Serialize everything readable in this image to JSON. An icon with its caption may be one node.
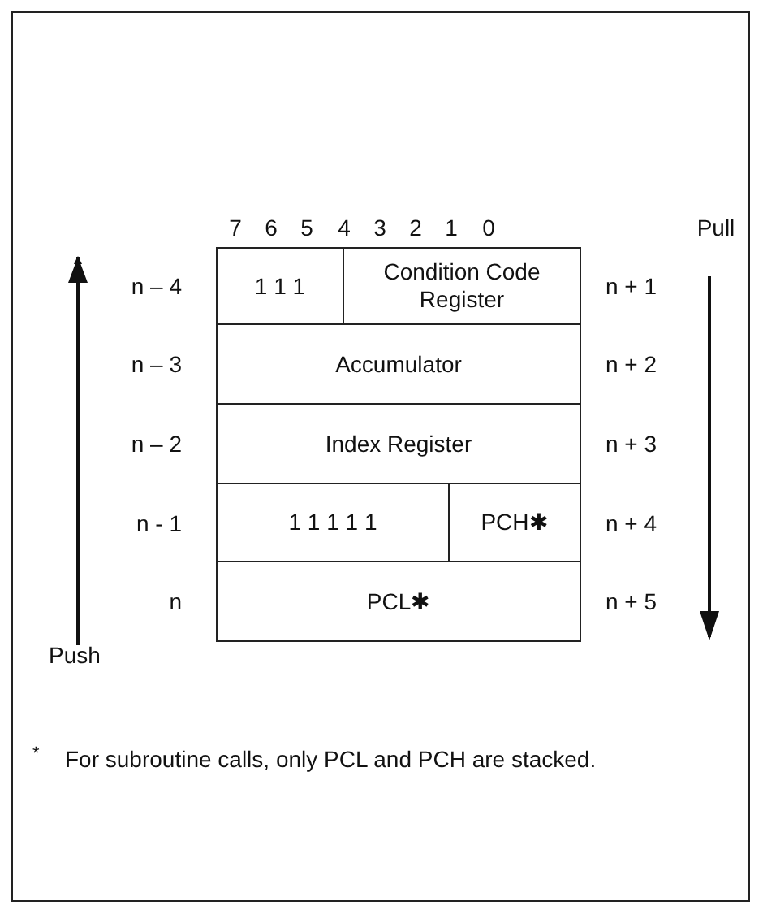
{
  "diagram": {
    "nodes": [
      {
        "text": [
          "1 1 1"
        ]
      },
      {
        "text": [
          "Condition Code Register"
        ]
      },
      {
        "text": [
          "Accumulator"
        ]
      },
      {
        "text": [
          "Index Register"
        ]
      },
      {
        "text": [
          "1 1 1 1 1"
        ]
      },
      {
        "text": [
          "PCH✱"
        ]
      },
      {
        "text": [
          "PCL✱"
        ]
      }
    ],
    "edges": [],
    "labels": [
      "7",
      "6",
      "5",
      "4",
      "3",
      "2",
      "1",
      "0",
      "Pull",
      "n – 4",
      "n + 1",
      "n – 3",
      "n + 2",
      "n – 2",
      "n + 3",
      "n - 1",
      "n + 4",
      "n",
      "n + 5",
      "Push",
      "*",
      "For subroutine calls, only PCL and PCH are stacked."
    ]
  }
}
